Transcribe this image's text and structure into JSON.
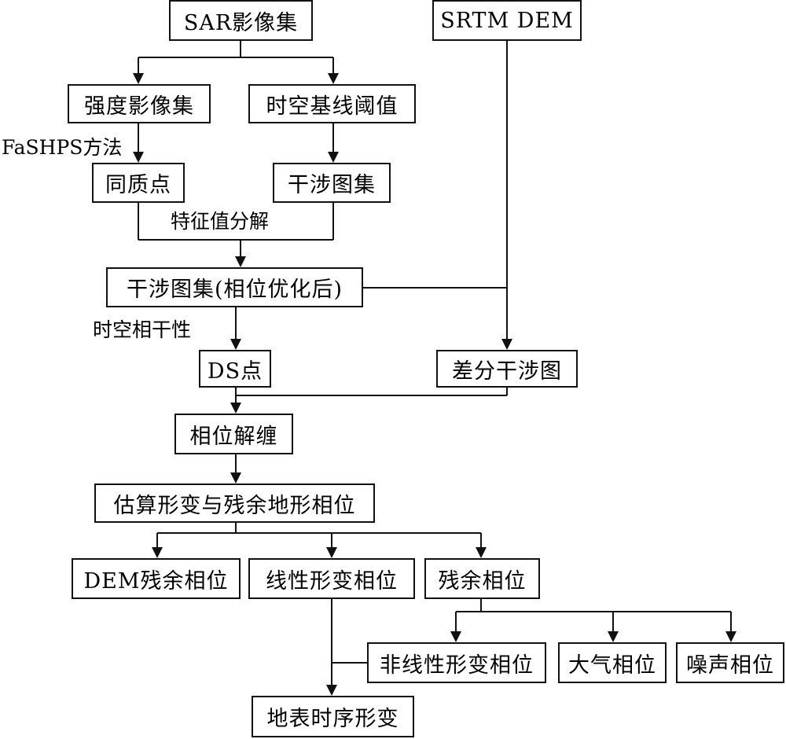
{
  "nodes": {
    "sar_set": "SAR影像集",
    "srtm_dem": "SRTM DEM",
    "intensity_set": "强度影像集",
    "baseline_threshold": "时空基线阈值",
    "homogeneous_points": "同质点",
    "interferogram_set": "干涉图集",
    "interferogram_optimized": "干涉图集(相位优化后)",
    "ds_points": "DS点",
    "diff_interferogram": "差分干涉图",
    "phase_unwrap": "相位解缠",
    "estimate": "估算形变与残余地形相位",
    "dem_residual_phase": "DEM残余相位",
    "linear_def_phase": "线性形变相位",
    "residual_phase": "残余相位",
    "nonlinear_def_phase": "非线性形变相位",
    "atmo_phase": "大气相位",
    "noise_phase": "噪声相位",
    "ts_deformation": "地表时序形变"
  },
  "edge_labels": {
    "fashps": "FaSHPS方法",
    "eigen_decomposition": "特征值分解",
    "coherence": "时空相干性"
  }
}
